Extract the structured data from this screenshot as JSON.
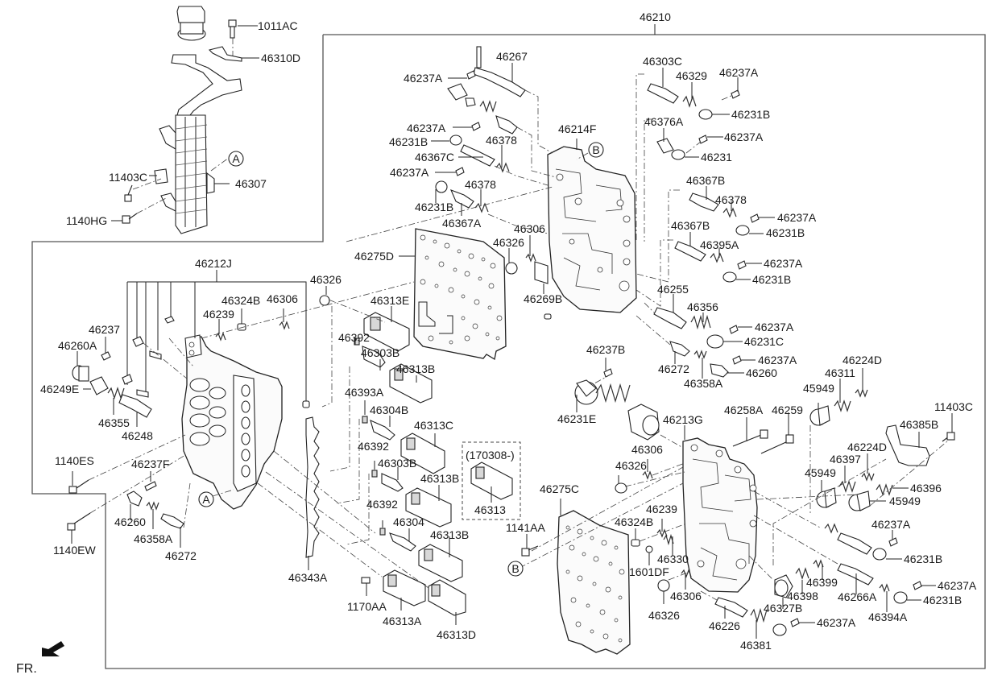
{
  "title": "Valve body assembly exploded parts diagram",
  "direction_label": "FR.",
  "assembly_ref": "46210",
  "callouts": {
    "A": "A",
    "B": "B"
  },
  "note_box": {
    "label": "(170308-)",
    "part": "46313"
  },
  "labels": {
    "l_1011AC": "1011AC",
    "l_46310D": "46310D",
    "l_11403C_top": "11403C",
    "l_46307": "46307",
    "l_1140HG": "1140HG",
    "l_46210": "46210",
    "l_46267": "46267",
    "l_46237A_1": "46237A",
    "l_46237A_2": "46237A",
    "l_46231B_1": "46231B",
    "l_46367C": "46367C",
    "l_46378_1": "46378",
    "l_46237A_3": "46237A",
    "l_46378_2": "46378",
    "l_46231B_2": "46231B",
    "l_46367A": "46367A",
    "l_46214F": "46214F",
    "l_46303C": "46303C",
    "l_46329": "46329",
    "l_46237A_4": "46237A",
    "l_46231B_3": "46231B",
    "l_46376A": "46376A",
    "l_46237A_5": "46237A",
    "l_46231": "46231",
    "l_46367B_1": "46367B",
    "l_46378_3": "46378",
    "l_46237A_6": "46237A",
    "l_46231B_4": "46231B",
    "l_46367B_2": "46367B",
    "l_46395A": "46395A",
    "l_46237A_7": "46237A",
    "l_46231B_5": "46231B",
    "l_46255": "46255",
    "l_46356": "46356",
    "l_46237A_8": "46237A",
    "l_46231C": "46231C",
    "l_46272_1": "46272",
    "l_46358A_1": "46358A",
    "l_46237A_9": "46237A",
    "l_46260_1": "46260",
    "l_46275D": "46275D",
    "l_46306_1": "46306",
    "l_46326_1": "46326",
    "l_46269B": "46269B",
    "l_46212J": "46212J",
    "l_46326_2": "46326",
    "l_46324B_1": "46324B",
    "l_46306_2": "46306",
    "l_46239_1": "46239",
    "l_46237": "46237",
    "l_46260A": "46260A",
    "l_46249E": "46249E",
    "l_46355": "46355",
    "l_46248": "46248",
    "l_46313E": "46313E",
    "l_46392_1": "46392",
    "l_46303B_1": "46303B",
    "l_46313B_1": "46313B",
    "l_46393A": "46393A",
    "l_46304B": "46304B",
    "l_46313C": "46313C",
    "l_46392_2": "46392",
    "l_46303B_2": "46303B",
    "l_46313B_2": "46313B",
    "l_46392_3": "46392",
    "l_46304": "46304",
    "l_46313B_3": "46313B",
    "l_1140ES": "1140ES",
    "l_46237F": "46237F",
    "l_46260_2": "46260",
    "l_46358A_2": "46358A",
    "l_46272_2": "46272",
    "l_1140EW": "1140EW",
    "l_46343A": "46343A",
    "l_1170AA": "1170AA",
    "l_46313A": "46313A",
    "l_46313D": "46313D",
    "l_46237B": "46237B",
    "l_46231E": "46231E",
    "l_46213G": "46213G",
    "l_46258A": "46258A",
    "l_46259": "46259",
    "l_45949_1": "45949",
    "l_46311": "46311",
    "l_46224D_1": "46224D",
    "l_11403C_right": "11403C",
    "l_46385B": "46385B",
    "l_46224D_2": "46224D",
    "l_46397": "46397",
    "l_45949_2": "45949",
    "l_46396": "46396",
    "l_45949_3": "45949",
    "l_46306_3": "46306",
    "l_46326_3": "46326",
    "l_46275C": "46275C",
    "l_1141AA": "1141AA",
    "l_46239_2": "46239",
    "l_46324B_2": "46324B",
    "l_46330": "46330",
    "l_1601DF": "1601DF",
    "l_46306_4": "46306",
    "l_46326_4": "46326",
    "l_46226": "46226",
    "l_46381": "46381",
    "l_46237A_10": "46237A",
    "l_46327B": "46327B",
    "l_46398": "46398",
    "l_46399": "46399",
    "l_46266A": "46266A",
    "l_46394A": "46394A",
    "l_46237A_11": "46237A",
    "l_46231B_6": "46231B",
    "l_46237A_12": "46237A",
    "l_46231B_7": "46231B"
  }
}
